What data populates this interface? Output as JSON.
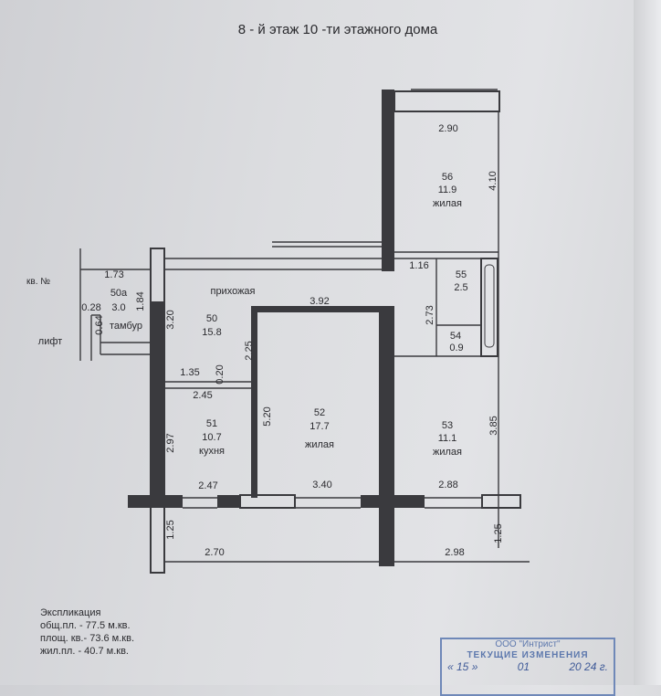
{
  "title": "8 - й этаж   10 -ти этажного дома",
  "rooms": [
    {
      "num": "56",
      "area": "11.9",
      "type": "жилая"
    },
    {
      "num": "55",
      "area": "2.5"
    },
    {
      "num": "54",
      "area": "0.9"
    },
    {
      "num": "50",
      "area": "15.8",
      "type": "прихожая"
    },
    {
      "num": "50а",
      "area": "3.0",
      "type": "тамбур"
    },
    {
      "num": "51",
      "area": "10.7",
      "type": "кухня"
    },
    {
      "num": "52",
      "area": "17.7",
      "type": "жилая"
    },
    {
      "num": "53",
      "area": "11.1",
      "type": "жилая"
    }
  ],
  "labels": {
    "lift": "лифт",
    "apt": "кв. №"
  },
  "dims": {
    "d290": "2.90",
    "d410": "4.10",
    "d116": "1.16",
    "d273": "2.73",
    "d392": "3.92",
    "d173": "1.73",
    "d184": "1.84",
    "d320": "3.20",
    "d028": "0.28",
    "d064": "0.64",
    "d135": "1.35",
    "d020": "0.20",
    "d245": "2.45",
    "d225": "2.25",
    "d297": "2.97",
    "d520": "5.20",
    "d385": "3.85",
    "d247": "2.47",
    "d340": "3.40",
    "d288": "2.88",
    "d125a": "1.25",
    "d270": "2.70",
    "d298": "2.98",
    "d125b": "1.25"
  },
  "explication": {
    "heading": "Экспликация",
    "total": "общ.пл.  - 77.5 м.кв.",
    "apartment": "площ. кв.- 73.6 м.кв.",
    "living": "жил.пл. -  40.7 м.кв."
  },
  "stamp": {
    "org": "ООО \"Интрист\"",
    "caption": "ТЕКУЩИЕ ИЗМЕНЕНИЯ",
    "day": "« 15 »",
    "month": "01",
    "year": "20 24 г."
  }
}
